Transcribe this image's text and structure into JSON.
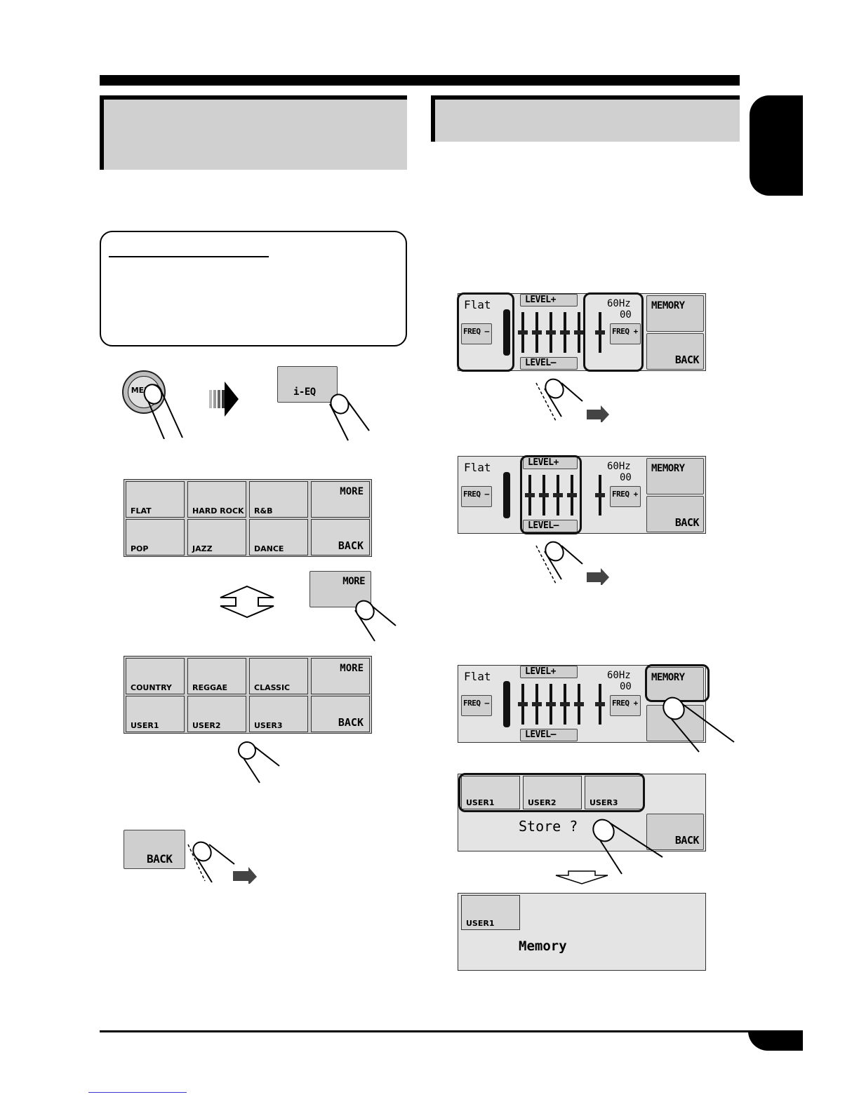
{
  "left": {
    "menu_button": "MENU",
    "ieq_button": "i-EQ",
    "presets_page1": [
      "FLAT",
      "HARD ROCK",
      "R&B",
      "POP",
      "JAZZ",
      "DANCE"
    ],
    "presets_page2": [
      "COUNTRY",
      "REGGAE",
      "CLASSIC",
      "USER1",
      "USER2",
      "USER3"
    ],
    "more_label": "MORE",
    "back_label": "BACK"
  },
  "right": {
    "eq_preset": "Flat",
    "freq_value": "60Hz",
    "level_value": "00",
    "level_plus": "LEVEL+",
    "level_minus": "LEVEL–",
    "freq_minus": "FREQ –",
    "freq_plus": "FREQ +",
    "freq_label": "FREQ",
    "memory_label": "MEMORY",
    "back_label": "BACK",
    "users": [
      "USER1",
      "USER2",
      "USER3"
    ],
    "store_prompt": "Store ?",
    "memory_done": "Memory",
    "memory_user": "USER1"
  }
}
